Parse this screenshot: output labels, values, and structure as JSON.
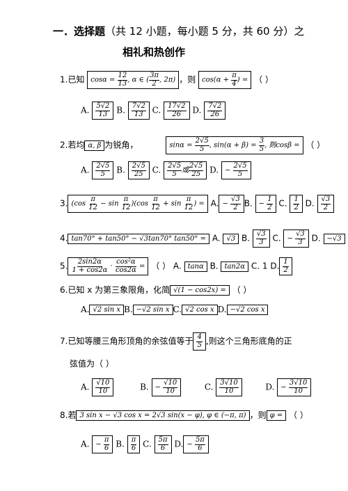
{
  "header": {
    "title_bold": "一．选择题",
    "title_rest": "（共 12 小题，每小题 5 分，共 60 分）之",
    "subtitle": "相礼和热创作"
  },
  "q1": {
    "num": "1.",
    "prefix": "已知",
    "cond_a": "cosα = ",
    "cond_frac_n": "12",
    "cond_frac_d": "13",
    "cond_b": ", α ∈ (",
    "cond_c_n": "3π",
    "cond_c_d": "2",
    "cond_d": ", 2π)",
    "then": "，则",
    "expr_a": "cos(α + ",
    "expr_n": "π",
    "expr_d": "4",
    "expr_b": ") =",
    "paren": "（ ）",
    "opts": [
      {
        "label": "A.",
        "n": "5√2",
        "d": "13"
      },
      {
        "label": "B.",
        "n": "7√2",
        "d": "13"
      },
      {
        "label": "C.",
        "n": "17√2",
        "d": "26"
      },
      {
        "label": "D.",
        "n": "7√2",
        "d": "26"
      }
    ]
  },
  "q2": {
    "num": "2.",
    "prefix": "若均",
    "vars": "α, β",
    "mid": "为锐角，",
    "cond_a": "sinα = ",
    "cond_n1": "2√5",
    "cond_d1": "5",
    "cond_b": ", sin(α + β) = ",
    "cond_n2": "3",
    "cond_d2": "5",
    "cond_c": ", 则cosβ =",
    "paren": "（ ）",
    "optA": {
      "label": "A.",
      "n": "2√5",
      "d": "5"
    },
    "optB": {
      "label": "B.",
      "n": "2√5",
      "d": "25"
    },
    "optC": {
      "label": "C.",
      "n1": "2√5",
      "d1": "5",
      "or": "或",
      "n2": "2√5",
      "d2": "25"
    },
    "optD": {
      "label": "D.",
      "sign": "−",
      "n": "2√5",
      "d": "5"
    }
  },
  "q3": {
    "num": "3.",
    "expr_a": "(cos ",
    "pn": "π",
    "pd": "12",
    "expr_b": " − sin ",
    "expr_c": ")(cos ",
    "expr_d": " + sin ",
    "expr_e": ") =",
    "opts": [
      {
        "label": "A.",
        "sign": "−",
        "n": "√3",
        "d": "2"
      },
      {
        "label": "B.",
        "sign": "−",
        "n": "1",
        "d": "2"
      },
      {
        "label": "C.",
        "sign": "",
        "n": "1",
        "d": "2"
      },
      {
        "label": "D.",
        "sign": "",
        "n": "√3",
        "d": "2"
      }
    ]
  },
  "q4": {
    "num": "4.",
    "expr": "tan70° + tan50° − √3tan70° tan50° =",
    "optA": {
      "label": "A.",
      "v": "√3"
    },
    "optB": {
      "label": "B.",
      "n": "√3",
      "d": "3"
    },
    "optC": {
      "label": "C.",
      "sign": "−",
      "n": "√3",
      "d": "3"
    },
    "optD": {
      "label": "D.",
      "v": "−√3"
    }
  },
  "q5": {
    "num": "5.",
    "f1n": "2sin2α",
    "f1d": "1 + cos2α",
    "dot": "·",
    "f2n": "cos²α",
    "f2d": "cos2α",
    "eq": "=",
    "paren": "（ ）",
    "optA": {
      "label": "A.",
      "v": "tanα"
    },
    "optB": {
      "label": "B.",
      "v": "tan2α"
    },
    "optC": {
      "label": "C.",
      "v": "1"
    },
    "optD": {
      "label": "D.",
      "n": "1",
      "d": "2"
    }
  },
  "q6": {
    "num": "6.",
    "text": "已知 x 为第三象限角，化简",
    "expr": "√(1 − cos2x) =",
    "paren": "（ ）",
    "optA": {
      "label": "A.",
      "v": "√2 sin x"
    },
    "optB": {
      "label": "B.",
      "v": "−√2 sin x"
    },
    "optC": {
      "label": "C.",
      "v": "√2 cos x"
    },
    "optD": {
      "label": "D.",
      "v": "−√2 cos x"
    }
  },
  "q7": {
    "num": "7.",
    "text_a": "已知等腰三角形顶角的余弦值等于",
    "fn": "4",
    "fd": "5",
    "text_b": ",则这个三角形底角的正",
    "line2": "弦值为（ ）",
    "opts": [
      {
        "label": "A.",
        "sign": "",
        "n": "√10",
        "d": "10"
      },
      {
        "label": "B.",
        "sign": "−",
        "n": "√10",
        "d": "10"
      },
      {
        "label": "C.",
        "sign": "",
        "n": "3√10",
        "d": "10"
      },
      {
        "label": "D.",
        "sign": "−",
        "n": "3√10",
        "d": "10"
      }
    ]
  },
  "q8": {
    "num": "8.",
    "prefix": "若",
    "expr": "3 sin x − √3 cos x = 2√3 sin(x − φ), φ ∈ (−π, π)",
    "then": "，则",
    "phi": "φ =",
    "paren": "（ ）",
    "opts": [
      {
        "label": "A.",
        "sign": "−",
        "n": "π",
        "d": "6"
      },
      {
        "label": "B.",
        "sign": "",
        "n": "π",
        "d": "6"
      },
      {
        "label": "C.",
        "sign": "",
        "n": "5π",
        "d": "6"
      },
      {
        "label": "D.",
        "sign": "−",
        "n": "5π",
        "d": "6"
      }
    ]
  }
}
